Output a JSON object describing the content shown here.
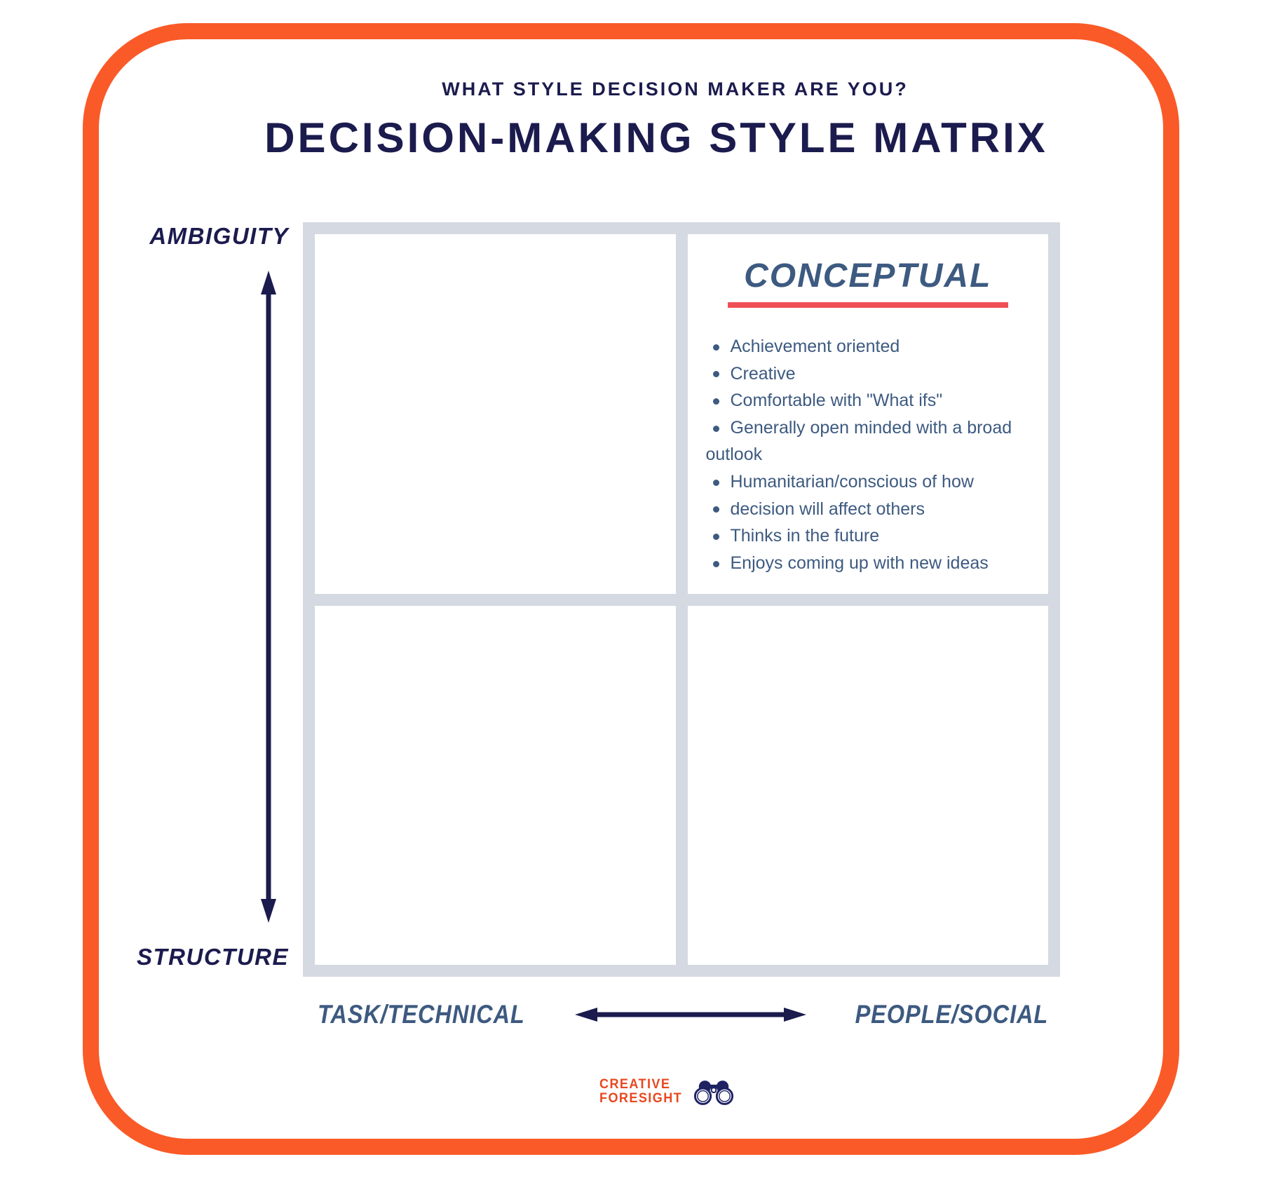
{
  "header": {
    "subtitle": "WHAT STYLE DECISION MAKER ARE YOU?",
    "title": "DECISION-MAKING STYLE MATRIX"
  },
  "axes": {
    "y_top": "AMBIGUITY",
    "y_bottom": "STRUCTURE",
    "x_left": "TASK/TECHNICAL",
    "x_right": "PEOPLE/SOCIAL"
  },
  "quadrants": {
    "top_left": {
      "title": "",
      "bullets": []
    },
    "top_right": {
      "title": "CONCEPTUAL",
      "bullets": [
        "Achievement oriented",
        "Creative",
        "Comfortable with \"What ifs\"",
        "Generally open minded with a broad outlook",
        "Humanitarian/conscious of how",
        "decision will affect others",
        "Thinks in the future",
        "Enjoys coming up with new ideas"
      ]
    },
    "bottom_left": {
      "title": "",
      "bullets": []
    },
    "bottom_right": {
      "title": "",
      "bullets": []
    }
  },
  "footer": {
    "brand_line1": "CREATIVE",
    "brand_line2": "FORESIGHT",
    "brand_icon": "binoculars-icon"
  },
  "colors": {
    "frame_orange": "#FA5A28",
    "navy": "#1B1B4E",
    "slate": "#3D5A80",
    "grid_gray": "#D5D9E1",
    "underline_red": "#EF5056",
    "brand_orange": "#E8481F"
  }
}
